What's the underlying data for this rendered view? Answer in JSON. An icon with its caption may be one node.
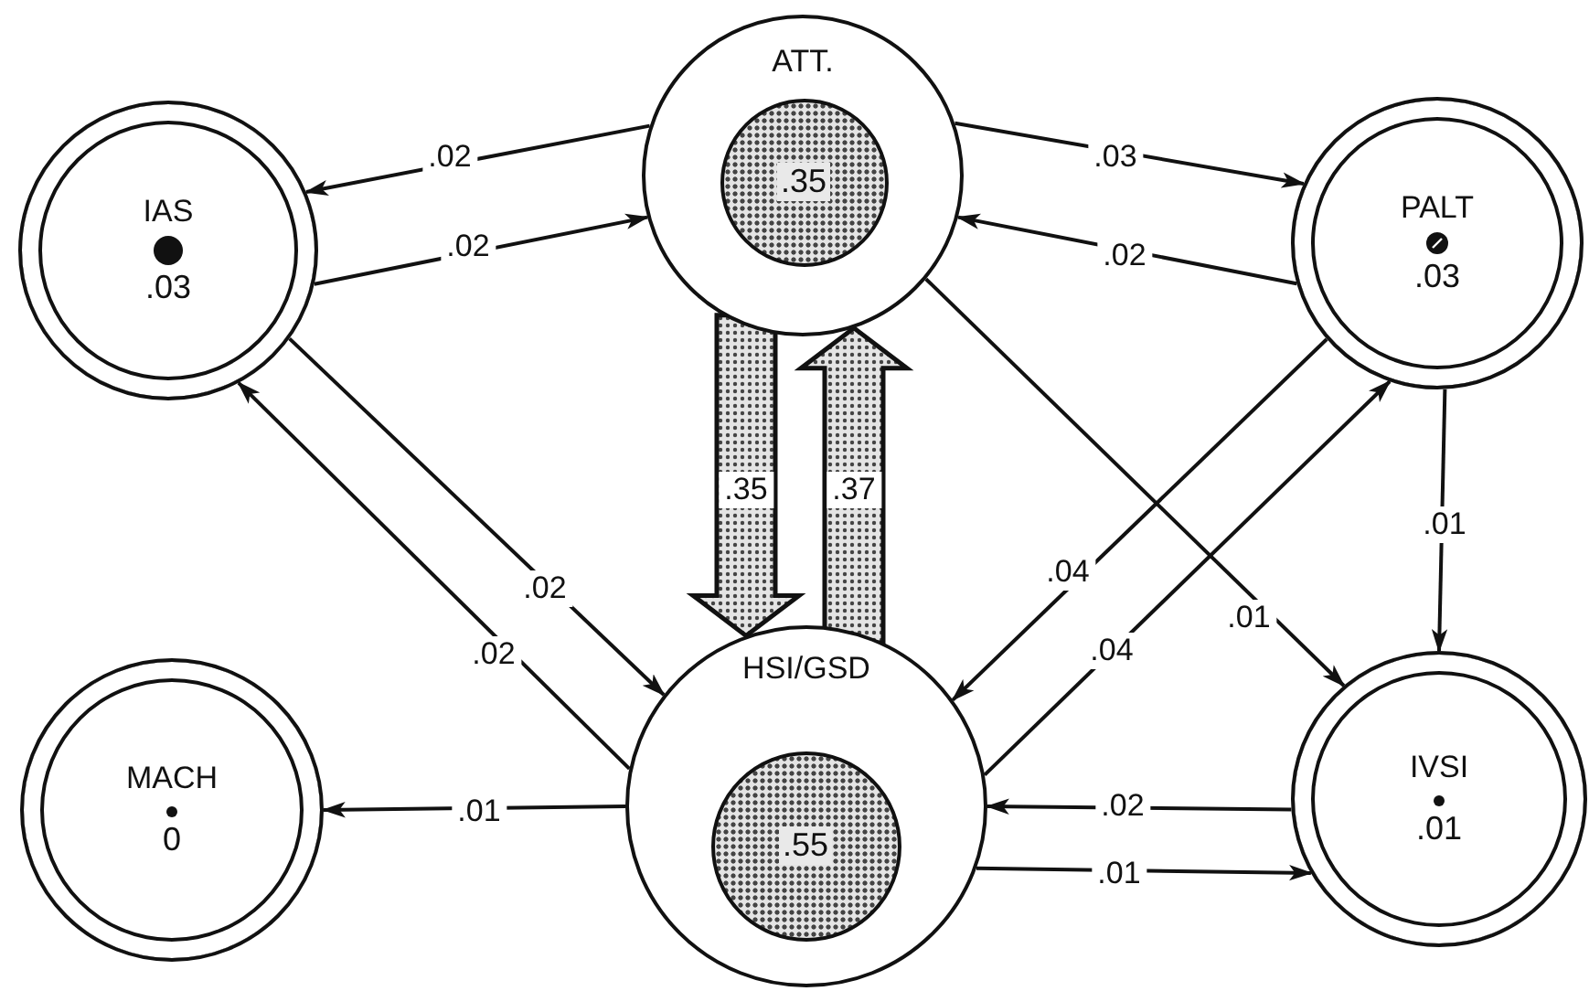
{
  "diagram": {
    "nodes": [
      {
        "text": [
          "ATT."
        ]
      },
      {
        "text": [
          ".35"
        ],
        "in": 0
      },
      {
        "text": [
          "IAS",
          ".03"
        ]
      },
      {
        "text": [
          "PALT",
          ".03"
        ]
      },
      {
        "text": [
          "HSI/GSD"
        ]
      },
      {
        "text": [
          ".55"
        ],
        "in": 4
      },
      {
        "text": [
          "MACH",
          "0"
        ]
      },
      {
        "text": [
          "IVSI",
          ".01"
        ]
      }
    ],
    "edges": [
      {
        "from": 0,
        "to": 2,
        "arrow": "to",
        "label": ".02"
      },
      {
        "from": 2,
        "to": 0,
        "arrow": "to",
        "label": ".02"
      },
      {
        "from": 0,
        "to": 3,
        "arrow": "to",
        "label": ".03"
      },
      {
        "from": 3,
        "to": 0,
        "arrow": "to",
        "label": ".02"
      },
      {
        "from": 0,
        "to": 4,
        "arrow": "to",
        "label": ".35",
        "style": "thick"
      },
      {
        "from": 4,
        "to": 0,
        "arrow": "to",
        "label": ".37",
        "style": "thick"
      },
      {
        "from": 2,
        "to": 4,
        "arrow": "to",
        "label": ".02"
      },
      {
        "from": 4,
        "to": 2,
        "arrow": "to",
        "label": ".02"
      },
      {
        "from": 0,
        "to": 7,
        "arrow": "to",
        "label": ".01"
      },
      {
        "from": 3,
        "to": 4,
        "arrow": "to",
        "label": ".04"
      },
      {
        "from": 4,
        "to": 3,
        "arrow": "to",
        "label": ".04"
      },
      {
        "from": 3,
        "to": 7,
        "arrow": "to",
        "label": ".01"
      },
      {
        "from": 4,
        "to": 6,
        "arrow": "to",
        "label": ".01"
      },
      {
        "from": 7,
        "to": 4,
        "arrow": "to",
        "label": ".02"
      },
      {
        "from": 4,
        "to": 7,
        "arrow": "to",
        "label": ".01"
      }
    ]
  }
}
